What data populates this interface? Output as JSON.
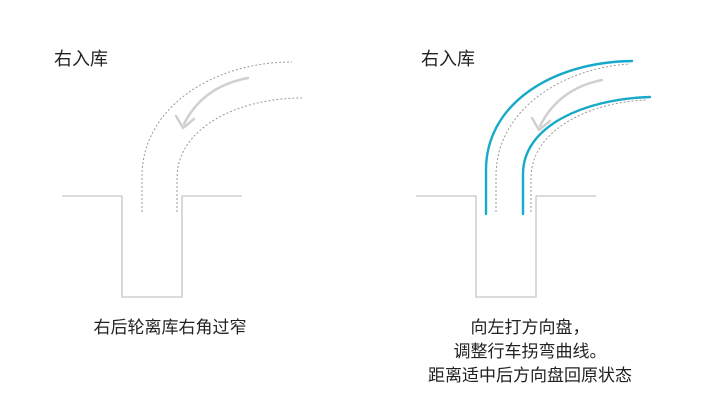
{
  "left_panel": {
    "title": "右入库",
    "caption_lines": [
      "右后轮离库右角过窄"
    ]
  },
  "right_panel": {
    "title": "右入库",
    "caption_lines": [
      "向左打方向盘，",
      "调整行车拐弯曲线。",
      "距离适中后方向盘回原状态"
    ]
  },
  "colors": {
    "guide_curve": "#9a9a9a",
    "arrow": "#d0d0d0",
    "parking_outline": "#c9c3c7",
    "adjusted_path": "#17a9c9",
    "text": "#222222"
  }
}
